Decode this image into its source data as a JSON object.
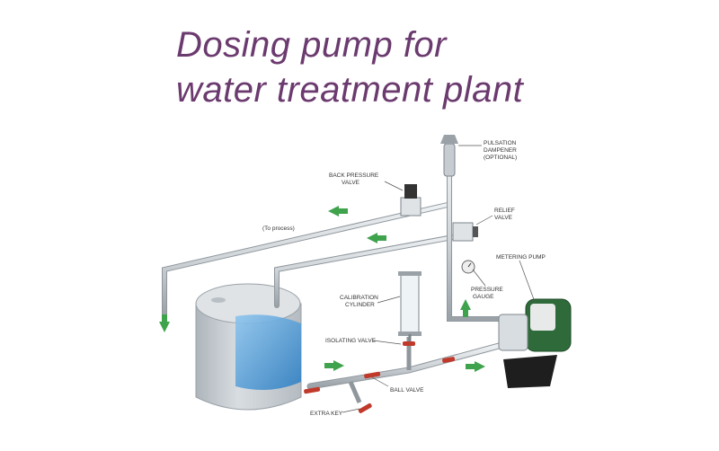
{
  "title_line1": "Dosing pump for",
  "title_line2": "water treatment plant",
  "labels": {
    "pulsation_dampener_1": "PULSATION",
    "pulsation_dampener_2": "DAMPENER",
    "pulsation_dampener_3": "(OPTIONAL)",
    "back_pressure_1": "BACK PRESSURE",
    "back_pressure_2": "VALVE",
    "relief_1": "RELIEF",
    "relief_2": "VALVE",
    "metering_pump": "METERING PUMP",
    "pressure_gauge_1": "PRESSURE",
    "pressure_gauge_2": "GAUGE",
    "calibration_1": "CALIBRATION",
    "calibration_2": "CYLINDER",
    "isolating_valve": "ISOLATING VALVE",
    "ball_valve": "BALL VALVE",
    "drain_valve": "EXTRA KEY",
    "to_process": "(To process)"
  },
  "colors": {
    "title": "#6b3a6e",
    "pipe": "#cfd4d8",
    "arrow": "#3fa34d",
    "tank": "#c9cfd4",
    "water": "#3d8fd0",
    "pump": "#2f6b3a",
    "valve_handle": "#c0392b"
  }
}
